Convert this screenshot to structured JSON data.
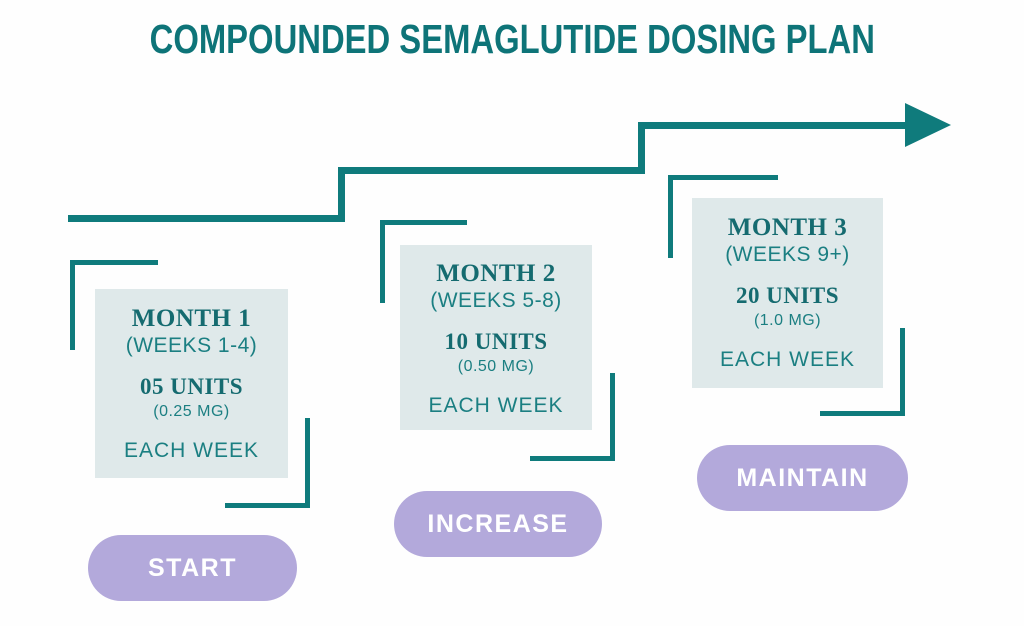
{
  "title": "COMPOUNDED SEMAGLUTIDE DOSING PLAN",
  "colors": {
    "teal_line": "#0f7b7c",
    "title_teal": "#0e7478",
    "serif_text_teal": "#156b70",
    "sans_text_teal": "#1b7f82",
    "card_background": "#dfe9ea",
    "pill_purple": "#b3a9db",
    "pill_text": "#ffffff"
  },
  "stages": [
    {
      "month": "MONTH 1",
      "weeks": "(WEEKS 1-4)",
      "units": "05 UNITS",
      "mg": "(0.25 MG)",
      "frequency": "EACH WEEK",
      "action": "START"
    },
    {
      "month": "MONTH 2",
      "weeks": "(WEEKS 5-8)",
      "units": "10 UNITS",
      "mg": "(0.50 MG)",
      "frequency": "EACH WEEK",
      "action": "INCREASE"
    },
    {
      "month": "MONTH 3",
      "weeks": "(WEEKS 9+)",
      "units": "20 UNITS",
      "mg": "(1.0 MG)",
      "frequency": "EACH WEEK",
      "action": "MAINTAIN"
    }
  ]
}
